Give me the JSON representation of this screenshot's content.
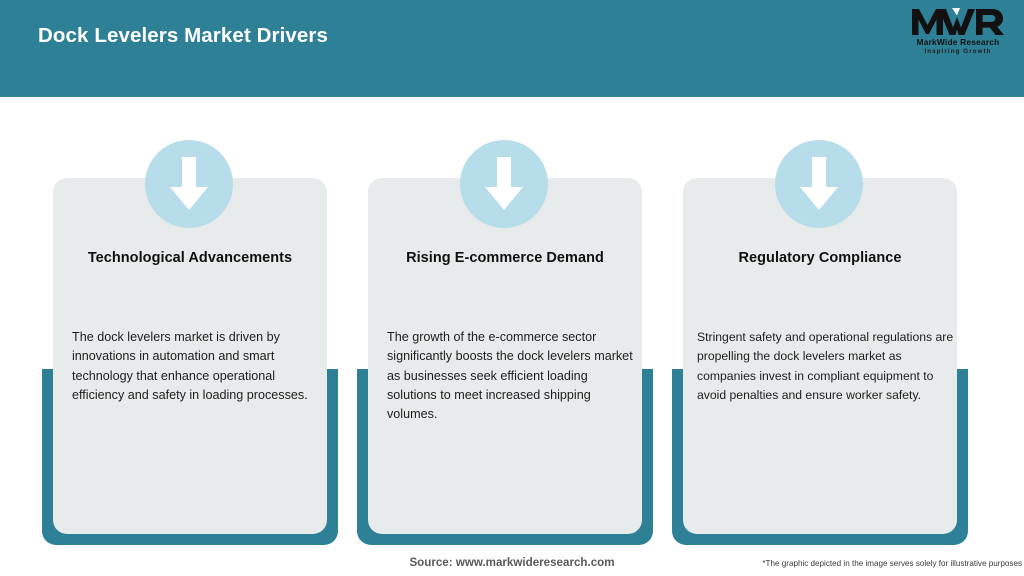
{
  "header": {
    "title": "Dock Levelers Market Drivers",
    "background_color": "#2E8096",
    "title_color": "#FFFFFF"
  },
  "logo": {
    "monogram": "MWR",
    "name": "MarkWide Research",
    "tagline": "Inspiring Growth"
  },
  "theme": {
    "teal": "#2E8096",
    "card_gray": "#E8EBEC",
    "badge_blue": "#B7DCEA",
    "arrow_white": "#FFFFFF"
  },
  "cards": [
    {
      "icon": "down-arrow-icon",
      "title": "Technological Advancements",
      "body": "The dock levelers market is driven by innovations in automation and smart technology that enhance operational efficiency and safety in loading processes."
    },
    {
      "icon": "down-arrow-icon",
      "title": "Rising E-commerce Demand",
      "body": "The growth of the e-commerce sector significantly boosts the dock levelers market as businesses seek efficient loading solutions to meet increased shipping volumes."
    },
    {
      "icon": "down-arrow-icon",
      "title": "Regulatory Compliance",
      "body": "Stringent safety and operational regulations are propelling the dock levelers market as companies invest in compliant equipment to avoid penalties and ensure worker safety."
    }
  ],
  "footer": {
    "source": "Source: www.markwideresearch.com",
    "disclaimer": "*The graphic depicted in the image serves solely for illustrative purposes"
  }
}
